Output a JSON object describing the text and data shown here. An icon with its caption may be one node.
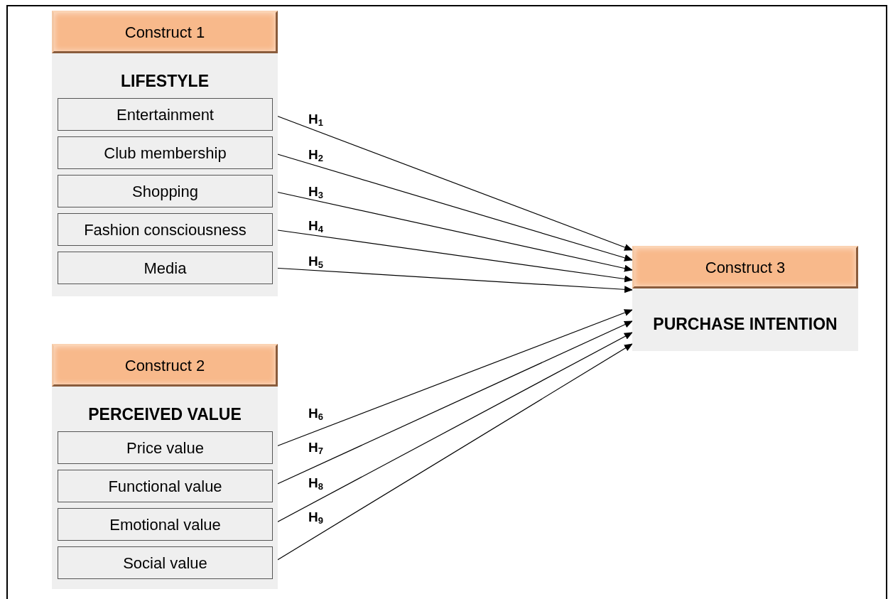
{
  "diagram": {
    "nodes": [
      {
        "text": [
          "Construct 1",
          "LIFESTYLE"
        ]
      },
      {
        "text": [
          "Entertainment"
        ],
        "in": 0
      },
      {
        "text": [
          "Club membership"
        ],
        "in": 0
      },
      {
        "text": [
          "Shopping"
        ],
        "in": 0
      },
      {
        "text": [
          "Fashion consciousness"
        ],
        "in": 0
      },
      {
        "text": [
          "Media"
        ],
        "in": 0
      },
      {
        "text": [
          "Construct 2",
          "PERCEIVED VALUE"
        ]
      },
      {
        "text": [
          "Price value"
        ],
        "in": 6
      },
      {
        "text": [
          "Functional value"
        ],
        "in": 6
      },
      {
        "text": [
          "Emotional value"
        ],
        "in": 6
      },
      {
        "text": [
          "Social value"
        ],
        "in": 6
      },
      {
        "text": [
          "Construct 3",
          "PURCHASE INTENTION"
        ]
      }
    ],
    "edges": [
      {
        "from": 1,
        "to": 11,
        "arrow": "to",
        "label": "H$_{1}$"
      },
      {
        "from": 2,
        "to": 11,
        "arrow": "to",
        "label": "H$_{2}$"
      },
      {
        "from": 3,
        "to": 11,
        "arrow": "to",
        "label": "H$_{3}$"
      },
      {
        "from": 4,
        "to": 11,
        "arrow": "to",
        "label": "H$_{4}$"
      },
      {
        "from": 5,
        "to": 11,
        "arrow": "to",
        "label": "H$_{5}$"
      },
      {
        "from": 7,
        "to": 11,
        "arrow": "to",
        "label": "H$_{6}$"
      },
      {
        "from": 8,
        "to": 11,
        "arrow": "to",
        "label": "H$_{7}$"
      },
      {
        "from": 9,
        "to": 11,
        "arrow": "to",
        "label": "H$_{8}$"
      },
      {
        "from": 10,
        "to": 11,
        "arrow": "to",
        "label": "H$_{9}$"
      }
    ]
  }
}
